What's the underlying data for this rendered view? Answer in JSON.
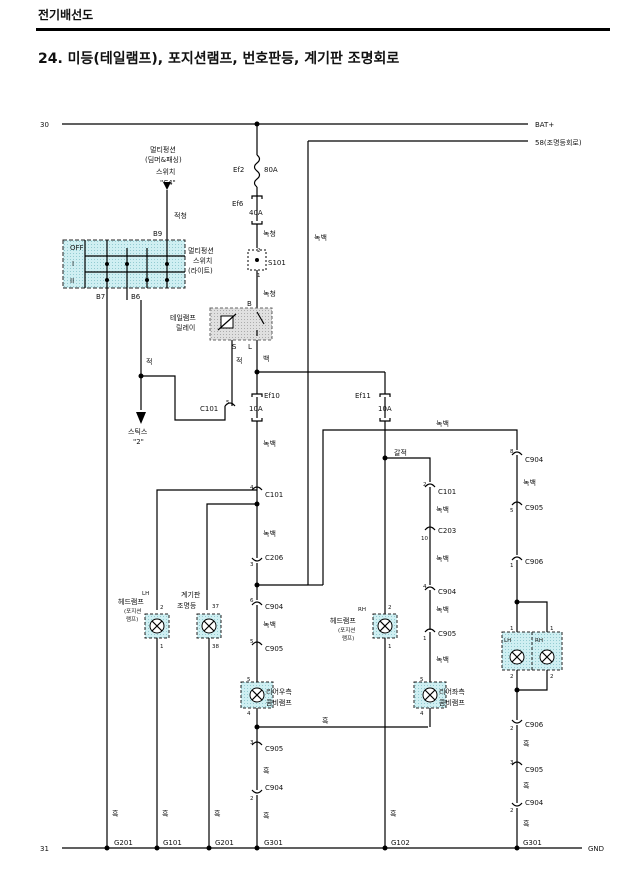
{
  "header": {
    "section": "전기배선도",
    "title": "24. 미등(테일램프), 포지션램프, 번호판등, 계기판 조명회로"
  },
  "rails": {
    "top_num": "30",
    "bottom_num": "31",
    "bat": "BAT+",
    "circuit58": "58(조명등회로)",
    "gnd": "GND"
  },
  "fuses": {
    "ef2": "Ef2",
    "ef2_rating": "80A",
    "ef6": "Ef6",
    "ef6_rating": "40A",
    "ef10": "Ef10",
    "ef10_rating": "10A",
    "ef11": "Ef11",
    "ef11_rating": "10A"
  },
  "switch": {
    "label1": "멀티펑션",
    "label2": "(딤머&패싱)",
    "label3": "스위치",
    "label4": "\"C4\"",
    "side1": "멀티펑션",
    "side2": "스위치",
    "side3": "(라이트)",
    "pos_off": "OFF",
    "pos_1": "I",
    "pos_2": "II",
    "pin_b9": "B9",
    "pin_b7": "B7",
    "pin_b6": "B6"
  },
  "relay": {
    "label1": "테일램프",
    "label2": "릴레이",
    "pin_b": "B",
    "pin_s": "S",
    "pin_l": "L"
  },
  "stalk": {
    "label1": "스틱스",
    "label2": "\"2\""
  },
  "wire_colors": {
    "red": "적청",
    "green_red": "녹청",
    "green_red2": "녹청",
    "green_white_rail": "녹백",
    "red2": "적",
    "red3": "적",
    "white": "백",
    "green_white1": "녹백",
    "green_white_top": "녹백",
    "green_white2": "녹백",
    "green_white3": "녹백",
    "green_white4": "녹백",
    "gray": "갈적",
    "gw_c101": "녹백",
    "gw_c203": "녹백",
    "gw_c904": "녹백",
    "gw_c905": "녹백",
    "black1": "흑",
    "black2": "흑",
    "black3": "흑",
    "black4": "흑",
    "black5": "흑",
    "black6": "흑",
    "black7": "흑",
    "black8": "흑",
    "black9": "흑",
    "black10": "흑",
    "black11": "흑"
  },
  "connectors": {
    "s101": "S101",
    "s101_p2": "2",
    "s101_p1": "1",
    "c101_a": "C101",
    "c101_a_pin": "5",
    "c101_b": "C101",
    "c101_b_pin": "4",
    "c206": "C206",
    "c206_pin": "3",
    "c904_a": "C904",
    "c904_a_pin": "6",
    "c905_a": "C905",
    "c905_a_pin": "5",
    "c905_b": "C905",
    "c905_b_pin": "3",
    "c904_b": "C904",
    "c904_b_pin": "2",
    "c101_r": "C101",
    "c101_r_pin": "2",
    "c203_r": "C203",
    "c203_r_pin": "10",
    "c904_r": "C904",
    "c904_r_pin": "4",
    "c905_r": "C905",
    "c905_r_pin": "1",
    "c904_rr": "C904",
    "c904_rr_pin": "8",
    "c905_rr": "C905",
    "c905_rr_pin": "5",
    "c906_rr": "C906",
    "c906_rr_pin": "1",
    "c906_rr2": "C906",
    "c906_rr2_pin": "2",
    "c905_rr2": "C905",
    "c905_rr2_pin": "3",
    "c904_rr2": "C904",
    "c904_rr2_pin": "2"
  },
  "lamps": {
    "lh_head1": "LH",
    "lh_head2": "헤드램프",
    "lh_head3": "(포지션",
    "lh_head4": "램프)",
    "lh_pin_top": "2",
    "lh_pin_bot": "1",
    "inst1": "계기판",
    "inst2": "조명등",
    "inst_pin_top": "37",
    "inst_pin_bot": "38",
    "rh_head1": "RH",
    "rh_head2": "헤드램프",
    "rh_head3": "(포지션",
    "rh_head4": "램프)",
    "rh_pin_top": "2",
    "rh_pin_bot": "1",
    "rear_r1": "리어우측",
    "rear_r2": "콤비램프",
    "rear_r_top": "5",
    "rear_r_bot": "4",
    "rear_l1": "리어좌측",
    "rear_l2": "콤비램프",
    "rear_l_top": "5",
    "rear_l_bot": "4",
    "plate_lh": "LH",
    "plate_rh": "RH",
    "plate_pin_top_l": "1",
    "plate_pin_top_r": "1",
    "plate_pin_bot_l": "2",
    "plate_pin_bot_r": "2"
  },
  "grounds": {
    "g201a": "G201",
    "g101": "G101",
    "g201b": "G201",
    "g301a": "G301",
    "g102": "G102",
    "g301b": "G301"
  }
}
